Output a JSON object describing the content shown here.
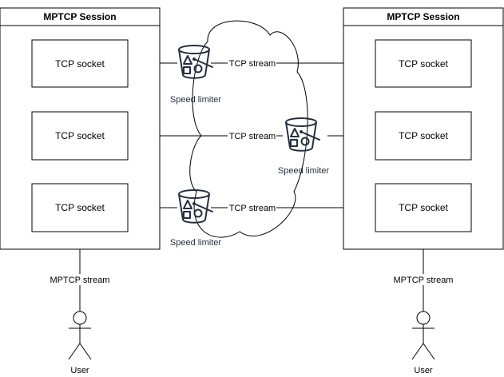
{
  "left_session": {
    "title": "MPTCP Session",
    "sockets": [
      "TCP socket",
      "TCP socket",
      "TCP socket"
    ]
  },
  "right_session": {
    "title": "MPTCP Session",
    "sockets": [
      "TCP socket",
      "TCP socket",
      "TCP socket"
    ]
  },
  "streams": [
    "TCP stream",
    "TCP stream",
    "TCP stream"
  ],
  "limiters": [
    "Speed limiter",
    "Speed limiter",
    "Speed limiter"
  ],
  "left_user": {
    "stream_label": "MPTCP stream",
    "label": "User"
  },
  "right_user": {
    "stream_label": "MPTCP stream",
    "label": "User"
  },
  "colors": {
    "limiter_icon": "#232f3e",
    "lines": "#000000"
  }
}
